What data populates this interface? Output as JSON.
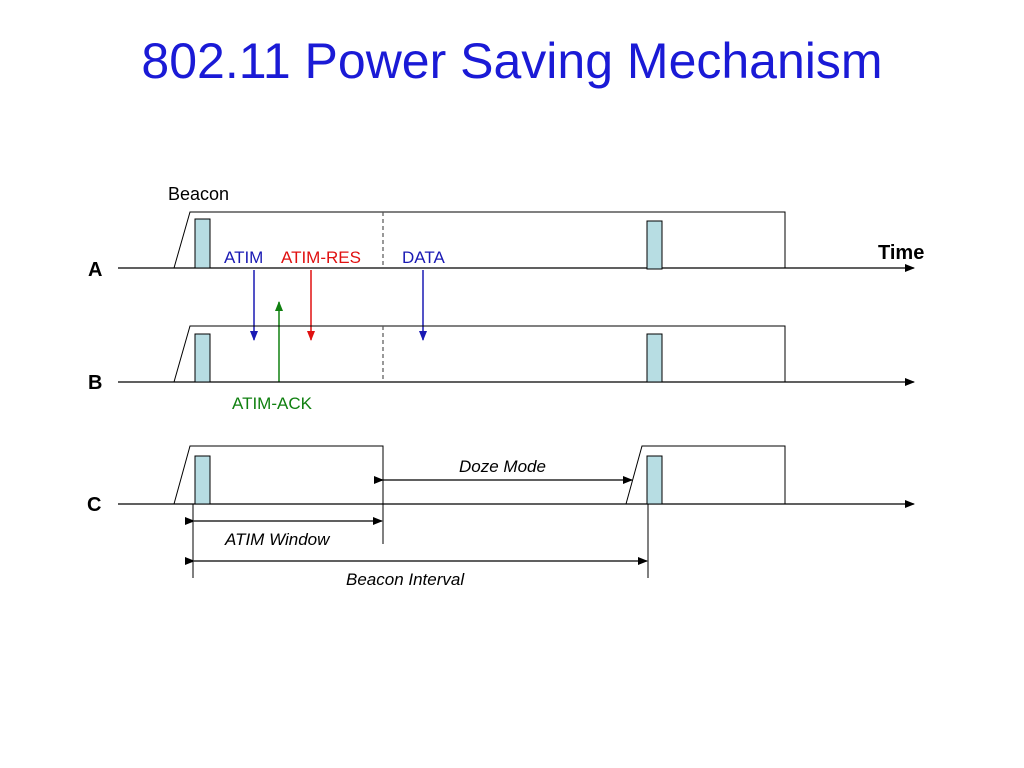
{
  "title": "802.11 Power Saving Mechanism",
  "labels": {
    "beacon": "Beacon",
    "time": "Time",
    "atim": "ATIM",
    "atim_res": "ATIM-RES",
    "data": "DATA",
    "atim_ack": "ATIM-ACK",
    "doze_mode": "Doze Mode",
    "atim_window": "ATIM Window",
    "beacon_interval": "Beacon Interval"
  },
  "stations": [
    "A",
    "B",
    "C"
  ],
  "colors": {
    "title": "#1a1ad6",
    "atim": "#1a1ab4",
    "atim_res": "#e01010",
    "data": "#1a1ab4",
    "atim_ack": "#108010",
    "beacon_fill": "#b7dde3",
    "line": "#000000"
  }
}
